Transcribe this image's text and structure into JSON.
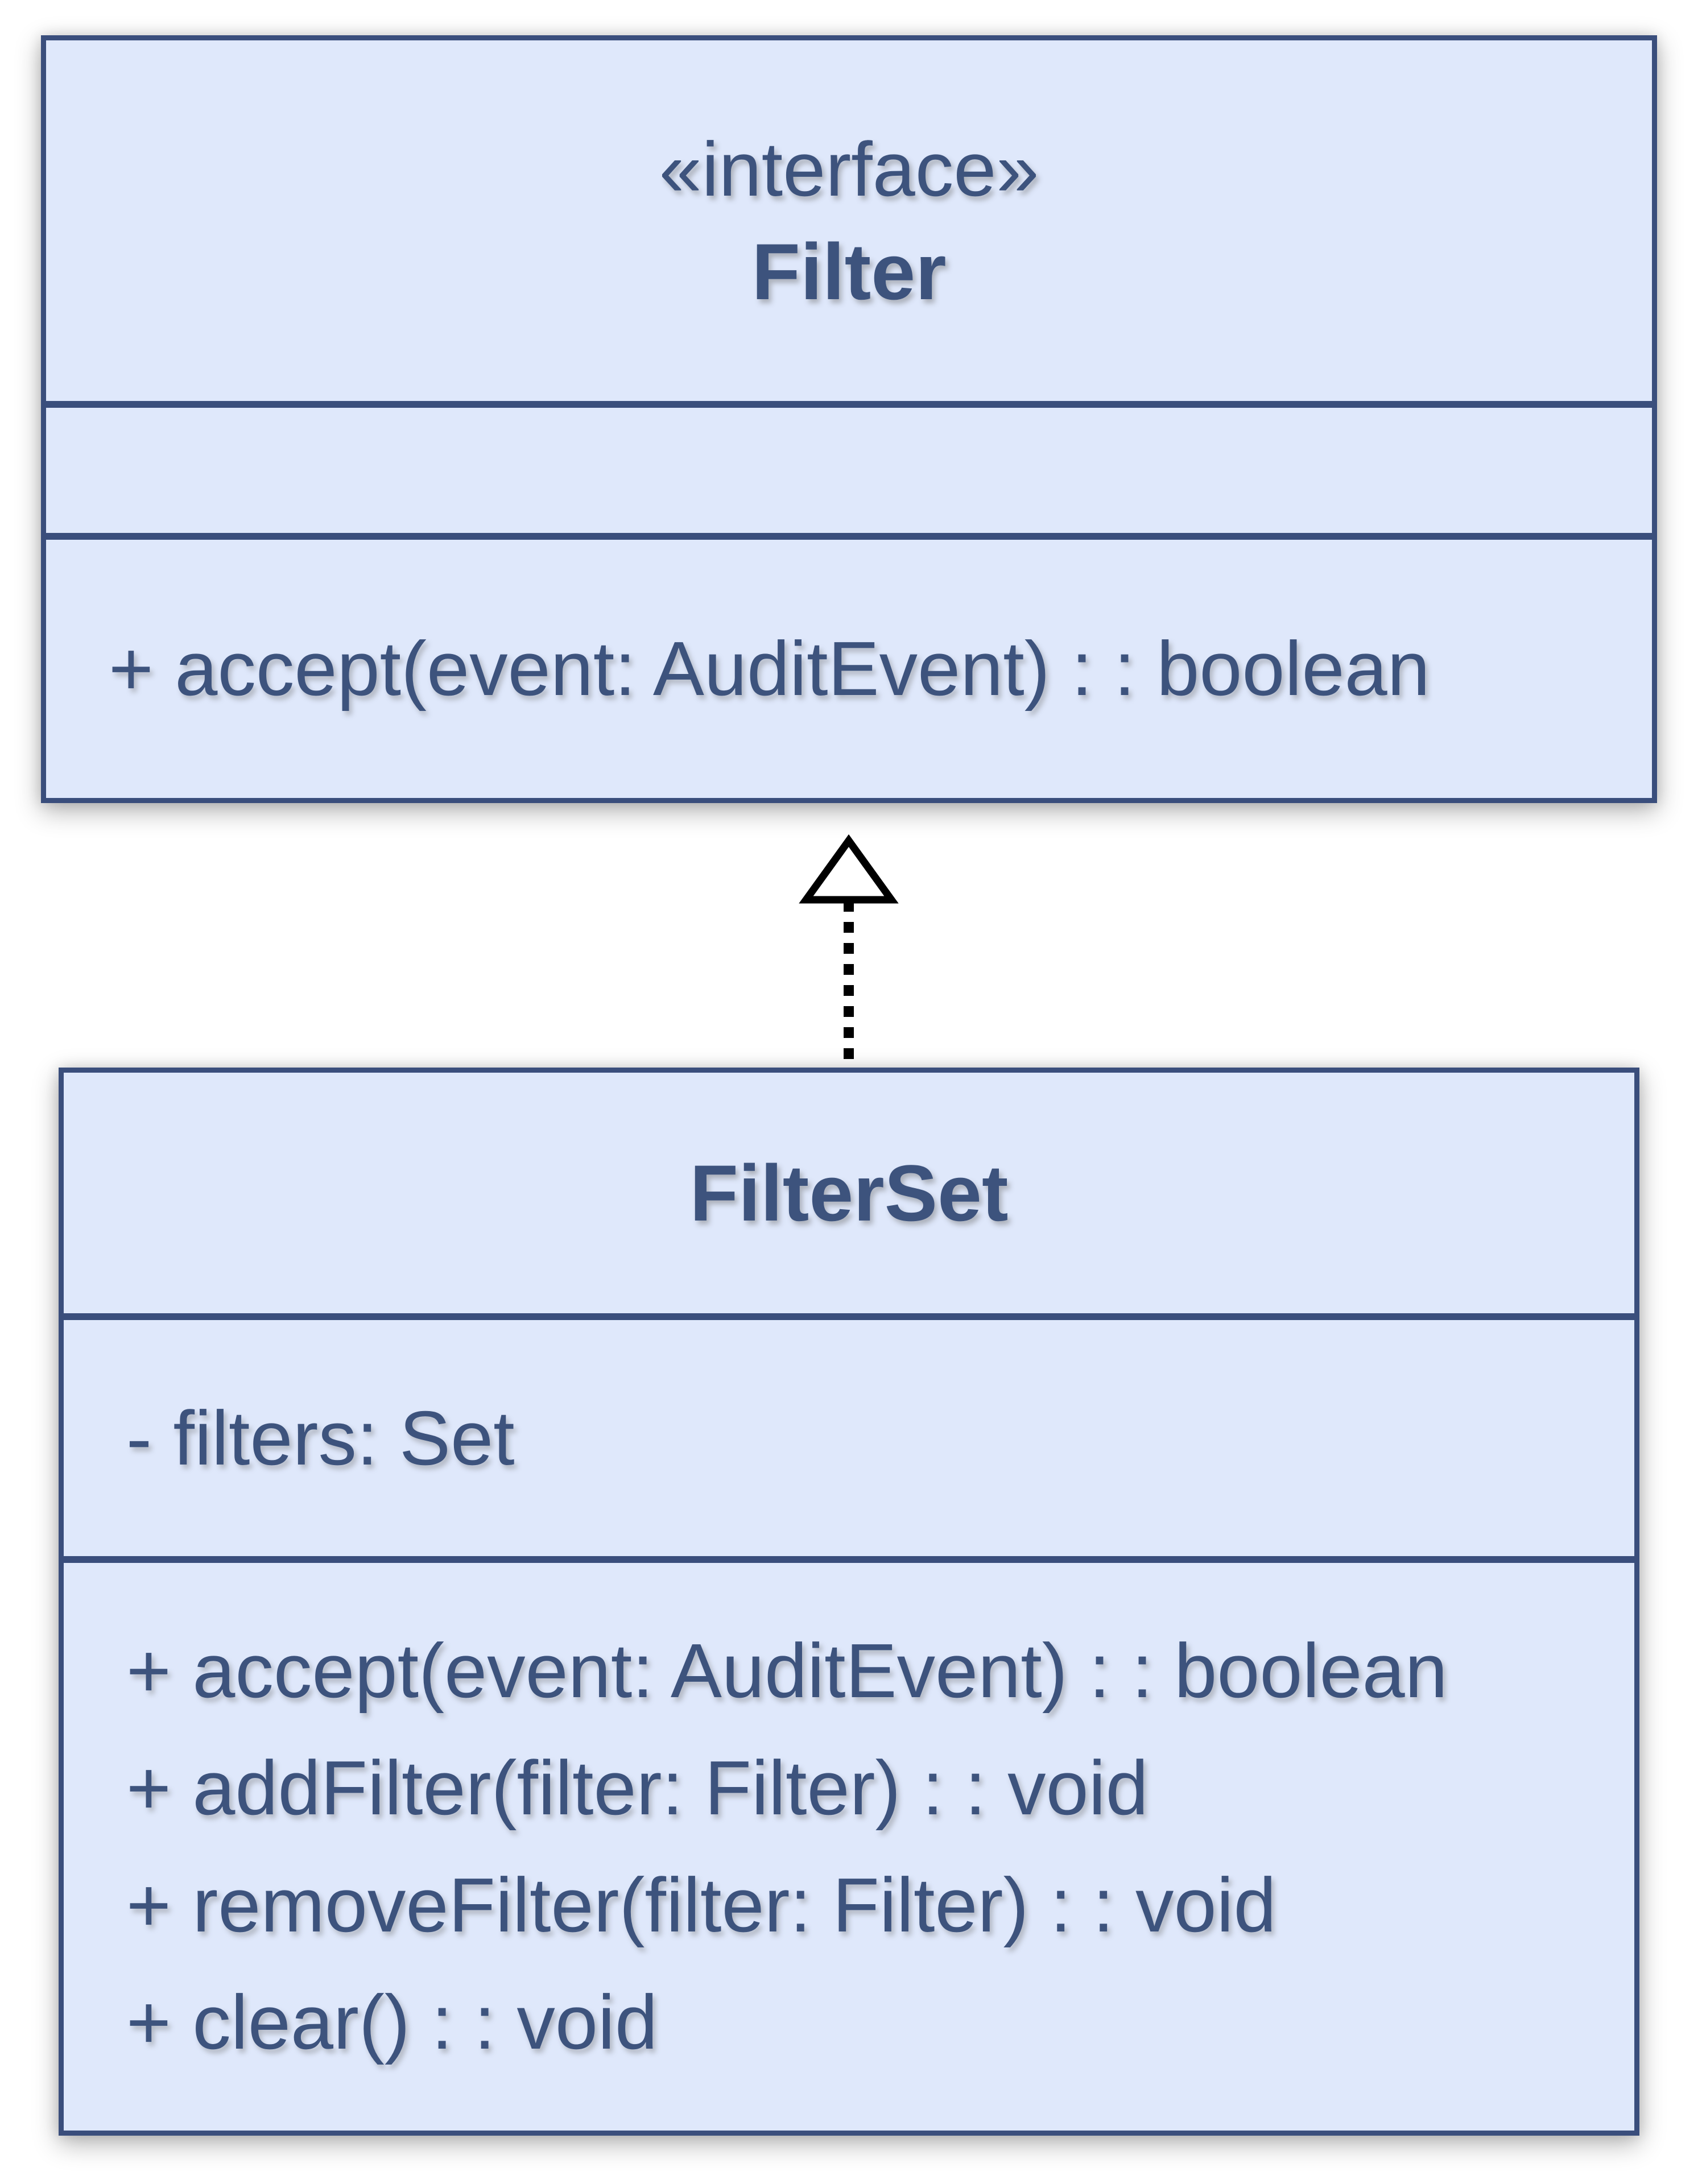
{
  "diagram": {
    "interface_box": {
      "stereotype": "«interface»",
      "name": "Filter",
      "attributes": [],
      "methods": [
        "+ accept(event: AuditEvent) : : boolean"
      ]
    },
    "class_box": {
      "name": "FilterSet",
      "attributes": [
        "- filters: Set"
      ],
      "methods": [
        "+ accept(event: AuditEvent) : : boolean",
        "+ addFilter(filter: Filter) : : void",
        "+ removeFilter(filter: Filter) : : void",
        "+ clear() : : void"
      ]
    },
    "relationship": {
      "type": "realization",
      "from": "FilterSet",
      "to": "Filter",
      "style": "dashed-line-hollow-triangle"
    },
    "colors": {
      "box_fill": "#dfe8fb",
      "box_border": "#3a4e7c",
      "text": "#3d537d",
      "arrow": "#000000",
      "background": "#ffffff"
    }
  }
}
